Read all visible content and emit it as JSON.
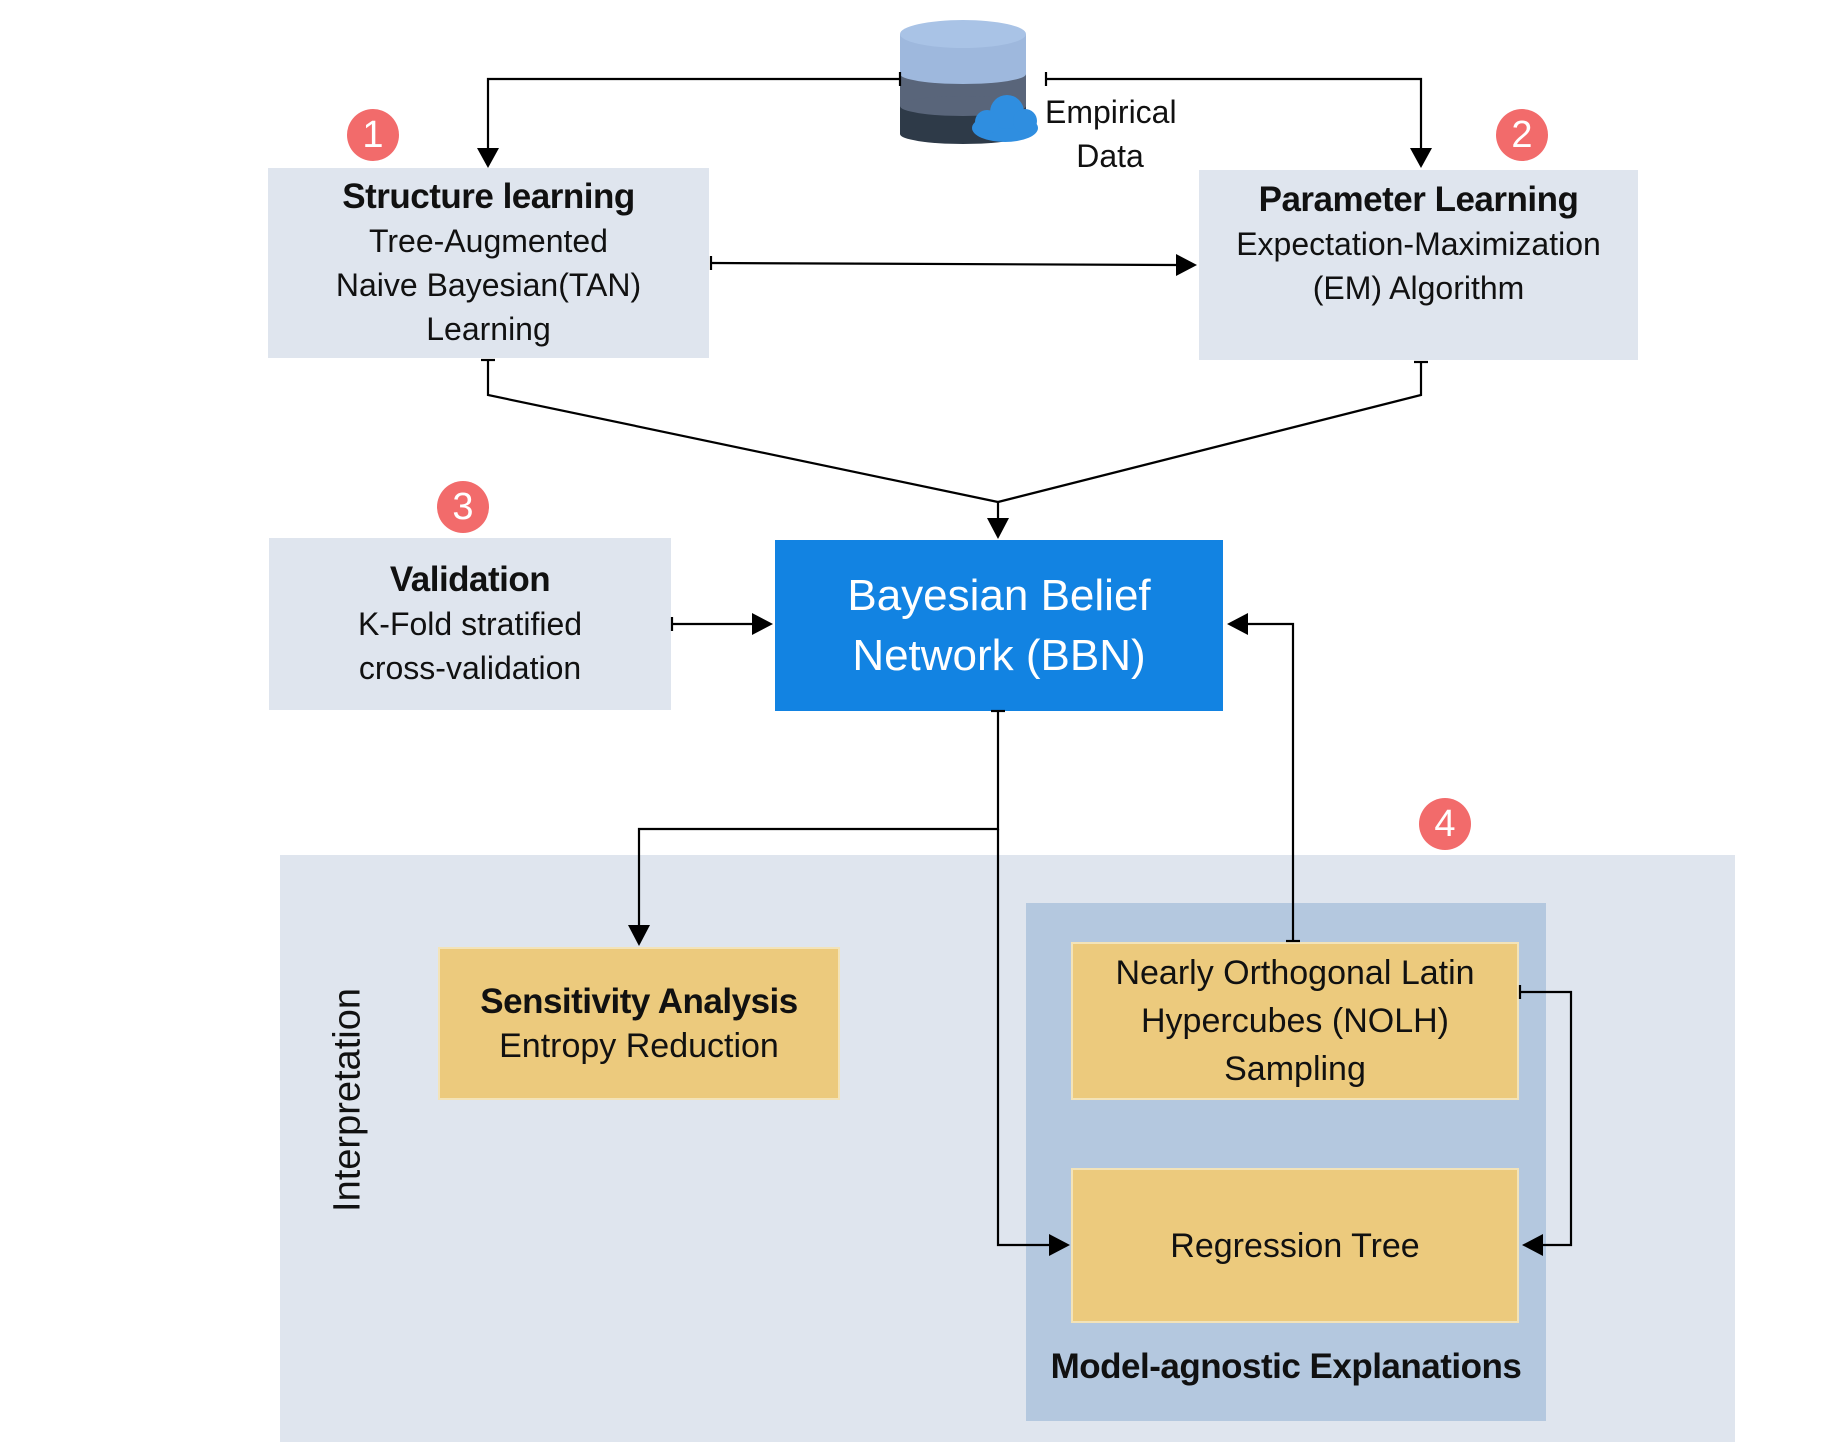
{
  "data_source": {
    "label_line1": "Empirical",
    "label_line2": "Data",
    "icon": "database-cloud-icon"
  },
  "steps": {
    "structure": {
      "badge": "1",
      "title": "Structure learning",
      "lines": [
        "Tree-Augmented",
        "Naive Bayesian(TAN)",
        "Learning"
      ]
    },
    "parameter": {
      "badge": "2",
      "title": "Parameter Learning",
      "lines": [
        "Expectation-Maximization",
        "(EM) Algorithm"
      ]
    },
    "validation": {
      "badge": "3",
      "title": "Validation",
      "lines": [
        "K-Fold stratified",
        "cross-validation"
      ]
    },
    "interpretation_badge": "4"
  },
  "bbn": {
    "line1": "Bayesian Belief",
    "line2": "Network (BBN)"
  },
  "interpretation": {
    "label": "Interpretation",
    "sensitivity": {
      "title": "Sensitivity Analysis",
      "line": "Entropy Reduction"
    },
    "model_agnostic": {
      "label": "Model-agnostic Explanations",
      "nolh": {
        "lines": [
          "Nearly Orthogonal Latin",
          "Hypercubes (NOLH)",
          "Sampling"
        ]
      },
      "regression": {
        "label": "Regression Tree"
      }
    }
  },
  "colors": {
    "bbn_fill": "#1283e2",
    "light_box": "#dfe5ee",
    "inner_panel": "#b4c8df",
    "gold_box": "#ecca7d",
    "badge": "#f26b6b"
  }
}
